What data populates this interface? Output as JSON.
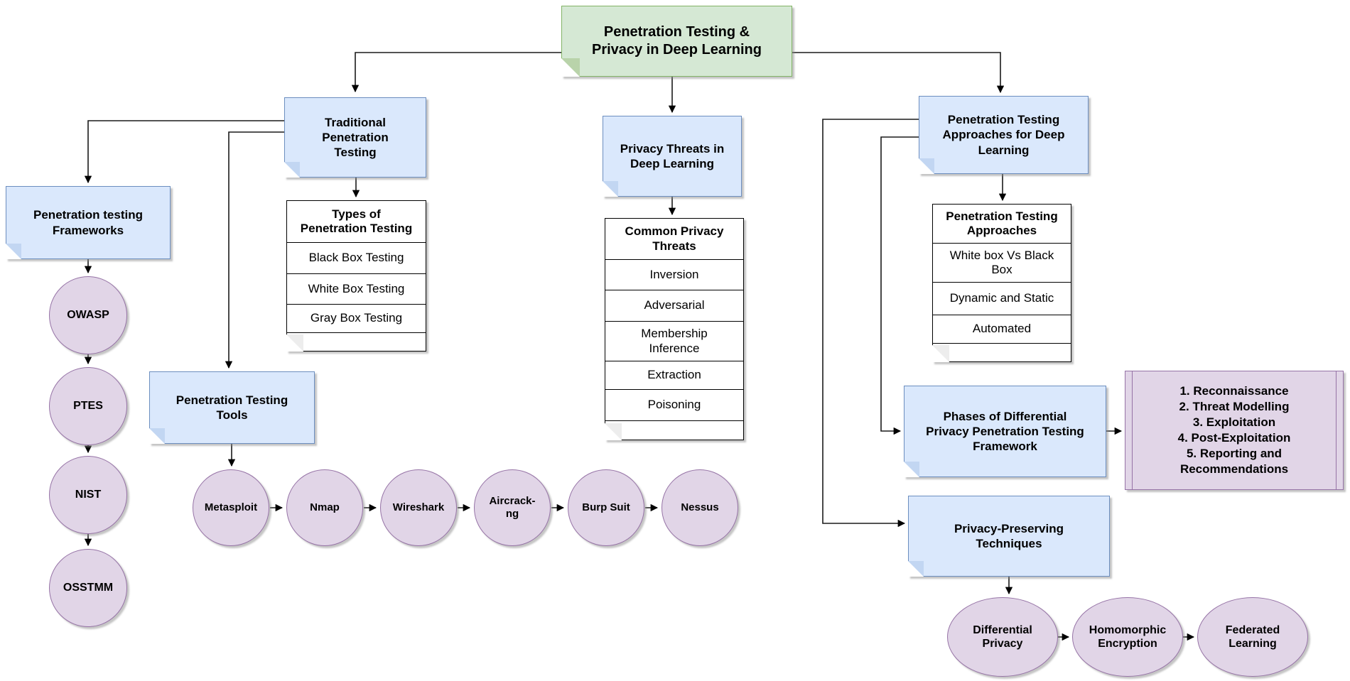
{
  "root": {
    "label": "Penetration Testing &\nPrivacy in Deep Learning"
  },
  "traditional": {
    "label": "Traditional\nPenetration\nTesting"
  },
  "types_table": {
    "header": "Types of\nPenetration Testing",
    "rows": [
      "Black Box Testing",
      "White Box Testing",
      "Gray Box Testing"
    ]
  },
  "frameworks": {
    "label": "Penetration testing\nFrameworks",
    "items": [
      "OWASP",
      "PTES",
      "NIST",
      "OSSTMM"
    ]
  },
  "tools": {
    "label": "Penetration Testing\nTools",
    "items": [
      "Metasploit",
      "Nmap",
      "Wireshark",
      "Aircrack-\nng",
      "Burp Suit",
      "Nessus"
    ]
  },
  "privacy_threats": {
    "label": "Privacy Threats in\nDeep Learning"
  },
  "threats_table": {
    "header": "Common Privacy\nThreats",
    "rows": [
      "Inversion",
      "Adversarial",
      "Membership\nInference",
      "Extraction",
      "Poisoning"
    ]
  },
  "pt_approaches_dl": {
    "label": "Penetration Testing\nApproaches for Deep\nLearning"
  },
  "approaches_table": {
    "header": "Penetration Testing\nApproaches",
    "rows": [
      "White box Vs Black\nBox",
      "Dynamic and Static",
      "Automated"
    ]
  },
  "phases": {
    "label": "Phases of Differential\nPrivacy Penetration Testing\nFramework"
  },
  "phases_list": {
    "text": "1. Reconnaissance\n2. Threat Modelling\n3. Exploitation\n4. Post-Exploitation\n5. Reporting and Recommendations"
  },
  "privacy_preserving": {
    "label": "Privacy-Preserving\nTechniques",
    "items": [
      "Differential\nPrivacy",
      "Homomorphic\nEncryption",
      "Federated\nLearning"
    ]
  },
  "colors": {
    "root_fill": "#d5e8d4",
    "root_border": "#82b366",
    "note_fill": "#dae8fc",
    "note_border": "#6c8ebf",
    "shape_fill": "#e1d5e7",
    "shape_border": "#9673a6",
    "table_fill": "#ffffff",
    "table_border": "#000000",
    "connector": "#1a1a1a"
  }
}
